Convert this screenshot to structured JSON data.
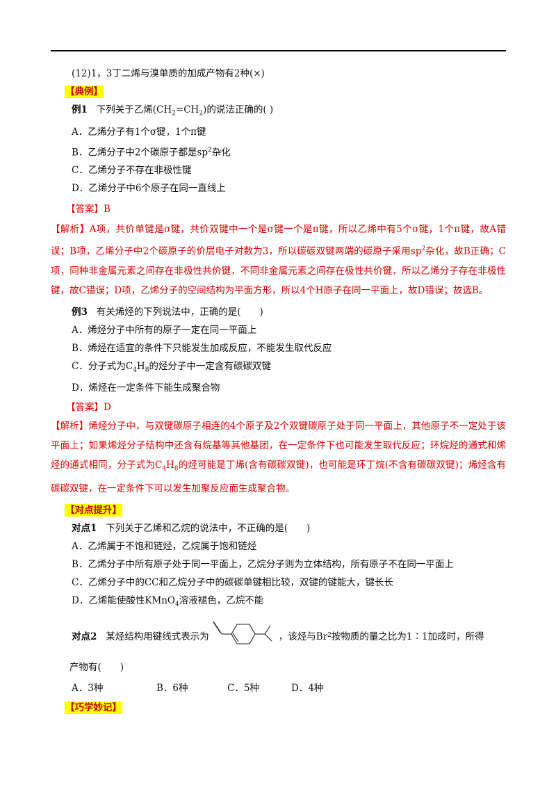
{
  "top_line": "(12)1，3丁二烯与溴单质的加成产物有2种(×)",
  "section_example": "【典例】",
  "ex1": {
    "label": "例1",
    "q_pre": "下列关于乙烯(CH",
    "q_sub1": "2",
    "q_mid": "=CH",
    "q_sub2": "2",
    "q_post": ")的说法正确的( )",
    "opt_a": "A．乙烯分子有1个σ键，1个π键",
    "opt_b_pre": "B．乙烯分子中2个碳原子都是sp",
    "opt_b_sup": "2",
    "opt_b_post": "杂化",
    "opt_c": "C．乙烯分子不存在非极性键",
    "opt_d": "D．乙烯分子中6个原子在同一直线上",
    "answer": "【答案】B",
    "analysis_1": "【解析】A项，共价单键是σ键，共价双键中一个是σ键一个是π键，所以乙烯中有5个σ键，1个π键，故A错误；B项，乙烯分子中2个碳原子的价层电子对数为3，所以碳碳双键两端的碳原子采用sp",
    "analysis_sup": "2",
    "analysis_2": "杂化，故B正确；C项，同种非金属元素之间存在非极性共价键，不同非金属元素之间存在极性共价键，所以乙烯分子存在非极性键，故C错误；D项，乙烯分子的空间结构为平面方形，所以4个H原子在同一平面上，故D错误；故选B。"
  },
  "ex3": {
    "label": "例3",
    "q": "有关烯烃的下列说法中，正确的是(　　)",
    "opt_a": "A．烯烃分子中所有的原子一定在同一平面上",
    "opt_b": "B．烯烃在适宜的条件下只能发生加成反应，不能发生取代反应",
    "opt_c_pre": "C．分子式为C",
    "opt_c_sub1": "4",
    "opt_c_mid": "H",
    "opt_c_sub2": "8",
    "opt_c_post": "的烃分子中一定含有碳碳双键",
    "opt_d": "D．烯烃在一定条件下能生成聚合物",
    "answer": "【答案】D",
    "analysis_1": "【解析】烯烃分子中，与双键碳原子相连的4个原子及2个双键碳原子处于同一平面上，其他原子不一定处于该平面上；如果烯烃分子结构中还含有烷基等其他基团，在一定条件下也可能发生取代反应；环烷烃的通式和烯烃的通式相同，分子式为C",
    "analysis_sub1": "4",
    "analysis_mid": "H",
    "analysis_sub2": "8",
    "analysis_2": "的烃可能是丁烯(含有碳碳双键)，也可能是环丁烷(不含有碳碳双键)；烯烃含有碳碳双键，在一定条件下可以发生加聚反应而生成聚合物。"
  },
  "section_practice": "【对点提升】",
  "p1": {
    "label": "对点1",
    "q": "下列关于乙烯和乙烷的说法中，不正确的是(　　)",
    "opt_a": "A．乙烯属于不饱和链烃，乙烷属于饱和链烃",
    "opt_b": "B．乙烯分子中所有原子处于同一平面上，乙烷分子则为立体结构，所有原子不在同一平面上",
    "opt_c": "C．乙烯分子中的CC和乙烷分子中的碳碳单键相比较，双键的键能大，键长长",
    "opt_d_pre": "D．乙烯能使酸性KMnO",
    "opt_d_sub": "4",
    "opt_d_post": "溶液褪色，乙烷不能"
  },
  "p2": {
    "label": "对点2",
    "q_pre": "某烃结构用键线式表示为",
    "q_post_pre": "，该烃与Br",
    "q_post_sub": "2",
    "q_post_post": "按物质的量之比为1∶1加成时，所得",
    "q_line2": "产物有(　　)",
    "opt_a": "A．3种",
    "opt_b": "B．6种",
    "opt_c": "C．5种",
    "opt_d": "D．4种"
  },
  "section_tips": "【巧学妙记】"
}
